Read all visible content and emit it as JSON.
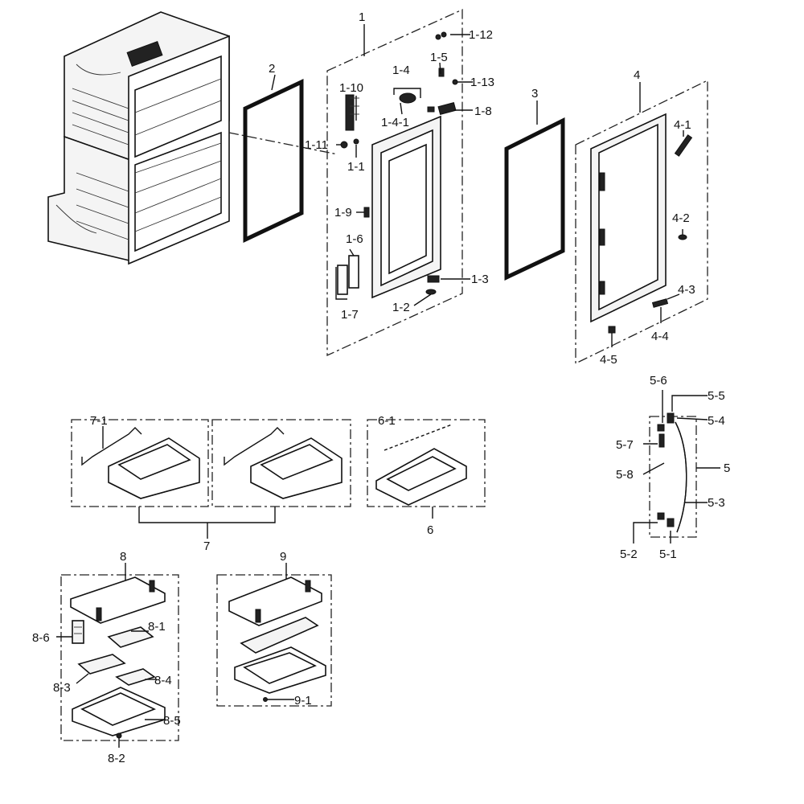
{
  "labels": {
    "p1": "1",
    "p1_1": "1-1",
    "p1_2": "1-2",
    "p1_3": "1-3",
    "p1_4": "1-4",
    "p1_4_1": "1-4-1",
    "p1_5": "1-5",
    "p1_6": "1-6",
    "p1_7": "1-7",
    "p1_8": "1-8",
    "p1_9": "1-9",
    "p1_10": "1-10",
    "p1_11": "1-11",
    "p1_12": "1-12",
    "p1_13": "1-13",
    "p2": "2",
    "p3": "3",
    "p4": "4",
    "p4_1": "4-1",
    "p4_2": "4-2",
    "p4_3": "4-3",
    "p4_4": "4-4",
    "p4_5": "4-5",
    "p5": "5",
    "p5_1": "5-1",
    "p5_2": "5-2",
    "p5_3": "5-3",
    "p5_4": "5-4",
    "p5_5": "5-5",
    "p5_6": "5-6",
    "p5_7": "5-7",
    "p5_8": "5-8",
    "p6": "6",
    "p6_1": "6-1",
    "p7": "7",
    "p7_1": "7-1",
    "p8": "8",
    "p8_1": "8-1",
    "p8_2": "8-2",
    "p8_3": "8-3",
    "p8_4": "8-4",
    "p8_5": "8-5",
    "p8_6": "8-6",
    "p9": "9",
    "p9_1": "9-1"
  }
}
